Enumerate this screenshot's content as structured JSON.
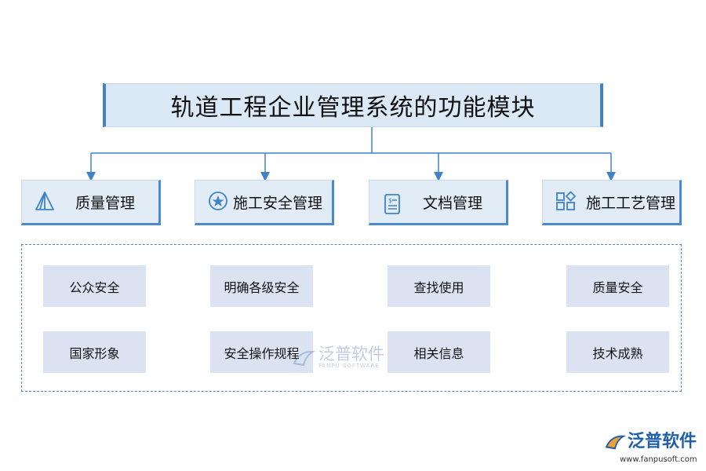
{
  "title": "轨道工程企业管理系统的功能模块",
  "modules": [
    {
      "label": "质量管理",
      "icon": "pyramid-icon"
    },
    {
      "label": "施工安全管理",
      "icon": "star-badge-icon"
    },
    {
      "label": "文档管理",
      "icon": "document-dollar-icon"
    },
    {
      "label": "施工工艺管理",
      "icon": "shapes-grid-icon"
    }
  ],
  "items": [
    [
      "公众安全",
      "国家形象"
    ],
    [
      "明确各级安全",
      "安全操作规程"
    ],
    [
      "查找使用",
      "相关信息"
    ],
    [
      "质量安全",
      "技术成熟"
    ]
  ],
  "watermark": {
    "name": "泛普软件",
    "sub": "FANPU SOFTWARE"
  },
  "brand": {
    "name": "泛普软件",
    "url": "www.fanpusoft.com"
  },
  "colors": {
    "accent": "#3f82c8",
    "box_fill": "#dbe8f5",
    "cell_fill": "#dbe3f3"
  }
}
